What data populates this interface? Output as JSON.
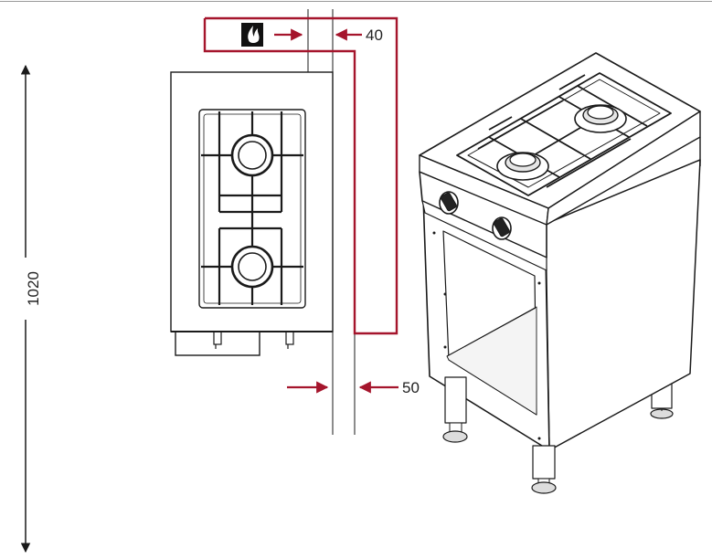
{
  "dimensions": {
    "height": "1020",
    "gas_connection_offset": "40",
    "side_clearance": "50"
  },
  "icons": {
    "gas_flame": "flame-icon"
  },
  "colors": {
    "line": "#1a1a1a",
    "gas_line": "#a5152c",
    "background": "#ffffff"
  }
}
